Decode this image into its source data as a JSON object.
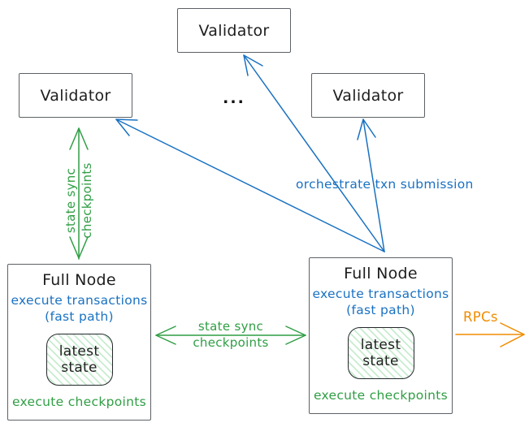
{
  "diagram": {
    "nodes": {
      "validator_top": {
        "label": "Validator"
      },
      "validator_left": {
        "label": "Validator"
      },
      "validator_right": {
        "label": "Validator"
      },
      "ellipsis": {
        "label": "..."
      },
      "full_node_left": {
        "title": "Full Node",
        "fast_path_line1": "execute transactions",
        "fast_path_line2": "(fast path)",
        "state_line1": "latest",
        "state_line2": "state",
        "checkpoints": "execute checkpoints"
      },
      "full_node_right": {
        "title": "Full Node",
        "fast_path_line1": "execute transactions",
        "fast_path_line2": "(fast path)",
        "state_line1": "latest",
        "state_line2": "state",
        "checkpoints": "execute checkpoints"
      }
    },
    "edges": {
      "state_sync_vertical": {
        "label_line1": "state sync",
        "label_line2": "checkpoints"
      },
      "state_sync_horizontal": {
        "label_line1": "state sync",
        "label_line2": "checkpoints"
      },
      "orchestrate": {
        "label": "orchestrate txn submission"
      },
      "rpcs": {
        "label": "RPCs"
      }
    },
    "colors": {
      "green": "#2f9e44",
      "blue": "#1971c2",
      "orange": "#f08c00",
      "ink": "#1e1e1e",
      "node_border": "#5c6166",
      "state_border": "#23282d"
    }
  }
}
